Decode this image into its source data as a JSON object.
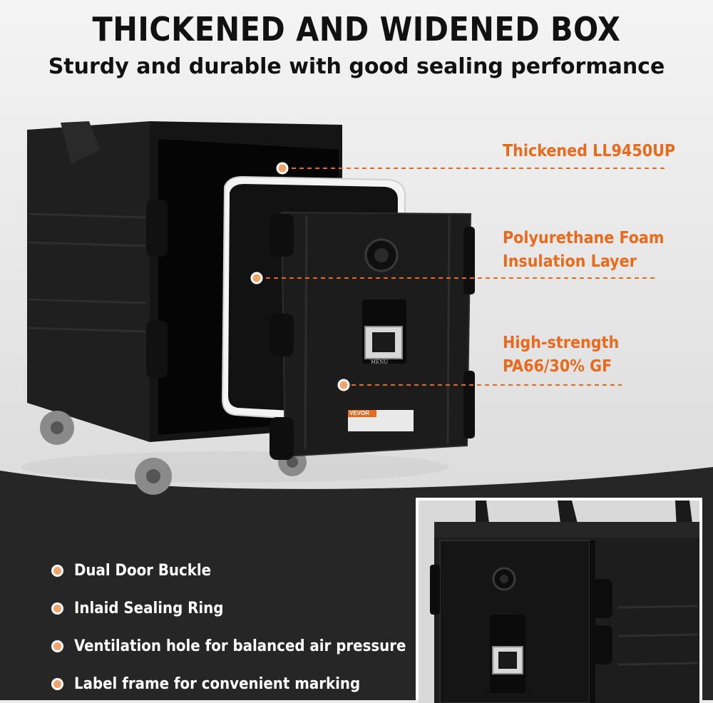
{
  "headline": "THICKENED AND WIDENED BOX",
  "subheadline": "Sturdy and durable with good sealing performance",
  "callouts": [
    {
      "line1": "Thickened LL9450UP",
      "line2": ""
    },
    {
      "line1": "Polyurethane Foam",
      "line2": "Insulation Layer"
    },
    {
      "line1": "High-strength",
      "line2": "PA66/30% GF"
    }
  ],
  "features": [
    "Dual Door Buckle",
    "Inlaid Sealing Ring",
    "Ventilation hole for balanced air pressure",
    "Label frame for convenient marking"
  ],
  "door_label": {
    "menu": "MENU",
    "brand": "VEVOR"
  },
  "colors": {
    "accent": "#ea6a1c",
    "dark_band": "#262626",
    "box": "#1b1b1b"
  }
}
